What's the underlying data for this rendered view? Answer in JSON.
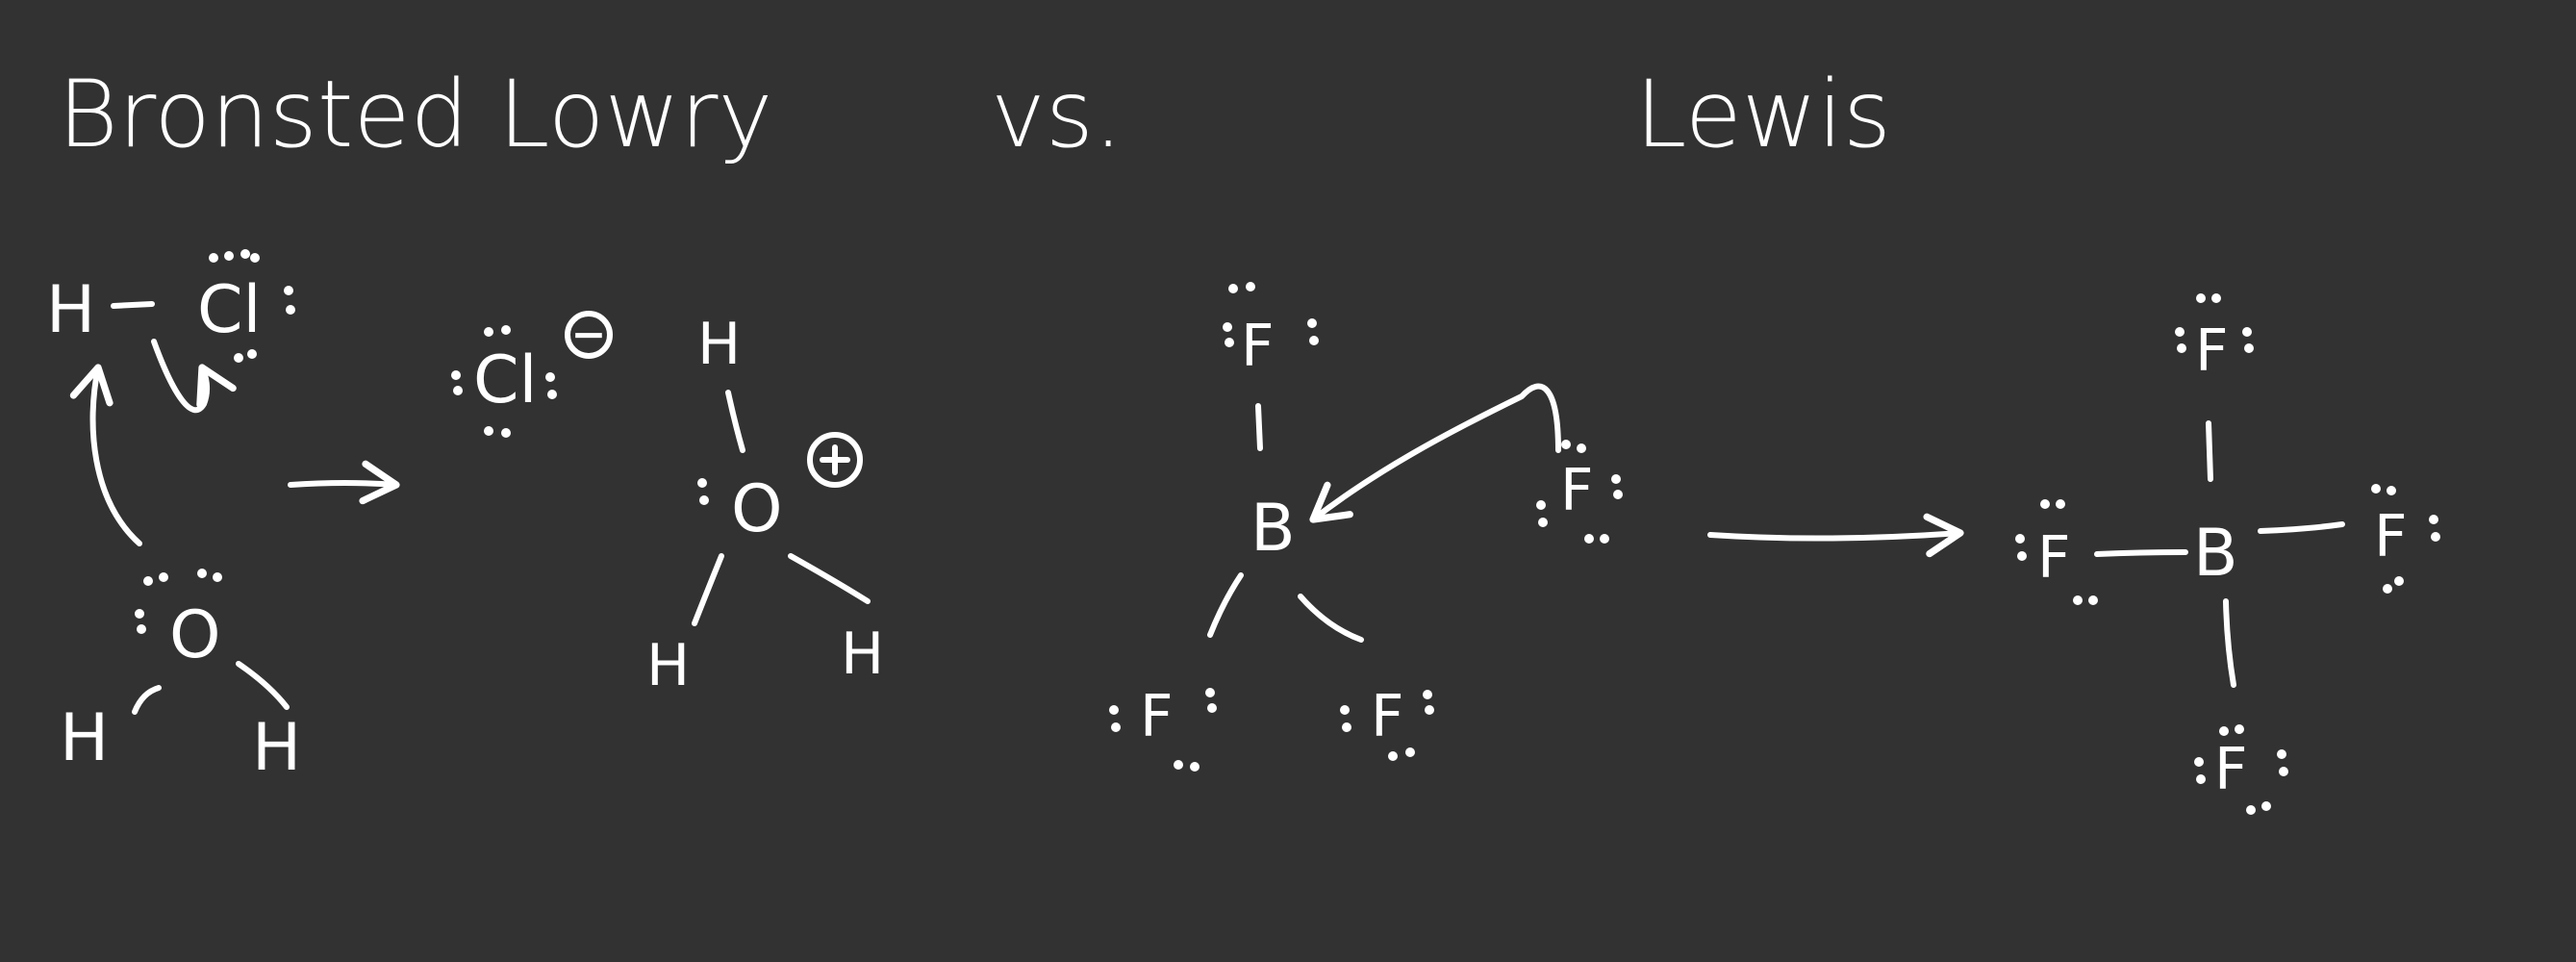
{
  "titles": {
    "bronsted_lowry": "Bronsted Lowry",
    "versus": "vs.",
    "lewis": "Lewis"
  },
  "charge_symbol": "−",
  "bronsted_lowry_reactants": {
    "hcl": {
      "h": "H",
      "cl": "Cl"
    },
    "water": {
      "o": "O",
      "h_left": "H",
      "h_right": "H"
    }
  },
  "bronsted_lowry_products": {
    "chloride": {
      "atom": "Cl"
    },
    "hydronium": {
      "o": "O",
      "h_top": "H",
      "h_left": "H",
      "h_right": "H"
    }
  },
  "lewis_reactants": {
    "bf3": {
      "b": "B",
      "f_top": "F",
      "f_left": "F",
      "f_right": "F"
    },
    "fluoride": {
      "f": "F"
    }
  },
  "lewis_product": {
    "bf4": {
      "b": "B",
      "f_top": "F",
      "f_left": "F",
      "f_right": "F",
      "f_bottom": "F"
    }
  }
}
